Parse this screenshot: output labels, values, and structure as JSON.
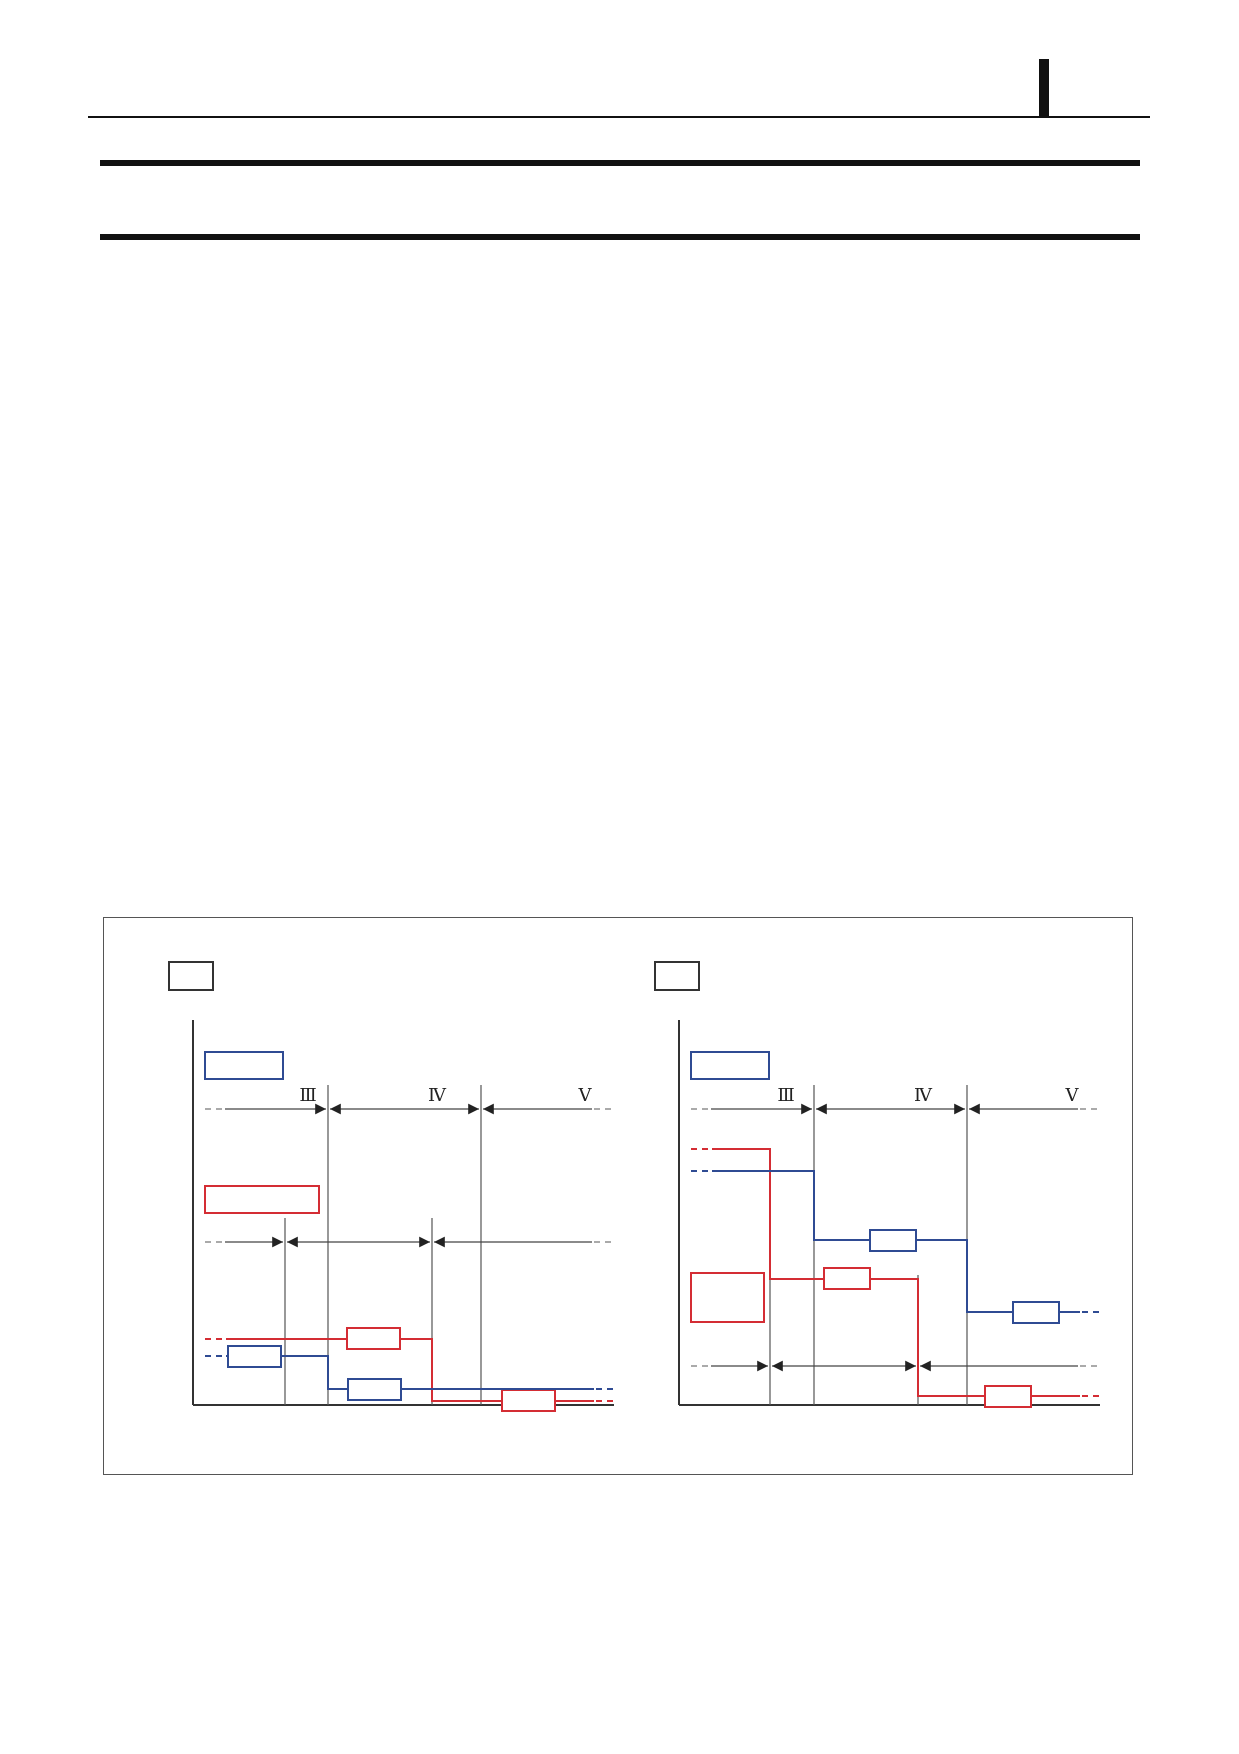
{
  "page": {
    "header_marker": "",
    "title": ""
  },
  "figure": {
    "colors": {
      "blue": "#2f4b93",
      "red": "#d42d34",
      "grey": "#777777",
      "dark": "#333333"
    },
    "left_panel": {
      "stage_labels": [
        "Ⅲ",
        "Ⅳ",
        "Ⅴ"
      ]
    },
    "right_panel": {
      "stage_labels": [
        "Ⅲ",
        "Ⅳ",
        "Ⅴ"
      ]
    }
  }
}
